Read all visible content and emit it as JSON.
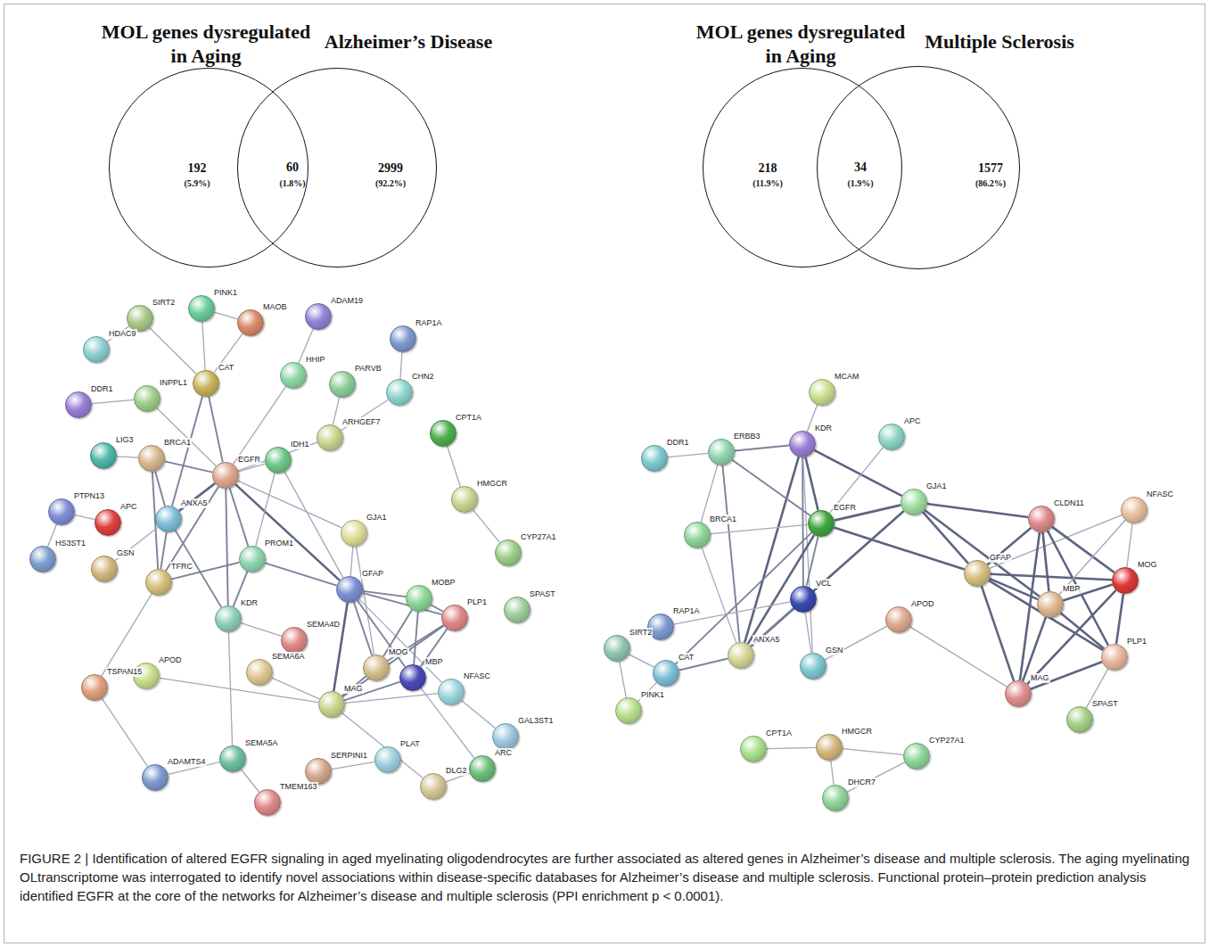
{
  "diagram": {
    "caption": "FIGURE 2 | Identification of altered EGFR signaling in aged myelinating oligodendrocytes are further associated as altered genes in Alzheimer’s disease and multiple sclerosis. The aging myelinating OLtranscriptome was interrogated to identify novel associations within disease-specific databases for Alzheimer’s disease and multiple sclerosis. Functional protein–protein prediction analysis identified EGFR at the core of the networks for Alzheimer’s disease and multiple sclerosis (PPI enrichment p < 0.0001).",
    "nodes": [
      {
        "text": [
          "MOL genes dysregulated in Aging",
          "192",
          "(5.9%)"
        ]
      },
      {
        "text": [
          "Alzheimer’s Disease",
          "2999",
          "(92.2%)"
        ]
      },
      {
        "text": [
          "MOL genes dysregulated in Aging",
          "218",
          "(11.9%)"
        ]
      },
      {
        "text": [
          "Multiple Sclerosis",
          "1577",
          "(86.2%)"
        ]
      },
      {
        "text": [
          "PINK1"
        ]
      },
      {
        "text": [
          "SIRT2"
        ]
      },
      {
        "text": [
          "MAOB"
        ]
      },
      {
        "text": [
          "ADAM19"
        ]
      },
      {
        "text": [
          "RAP1A"
        ]
      },
      {
        "text": [
          "HDAC9"
        ]
      },
      {
        "text": [
          "CAT"
        ]
      },
      {
        "text": [
          "HHIP"
        ]
      },
      {
        "text": [
          "PARVB"
        ]
      },
      {
        "text": [
          "CHN2"
        ]
      },
      {
        "text": [
          "INPPL1"
        ]
      },
      {
        "text": [
          "DDR1"
        ]
      },
      {
        "text": [
          "CPT1A"
        ]
      },
      {
        "text": [
          "ARHGEF7"
        ]
      },
      {
        "text": [
          "LIG3"
        ]
      },
      {
        "text": [
          "BRCA1"
        ]
      },
      {
        "text": [
          "EGFR"
        ]
      },
      {
        "text": [
          "IDH1"
        ]
      },
      {
        "text": [
          "HMGCR"
        ]
      },
      {
        "text": [
          "PTPN13"
        ]
      },
      {
        "text": [
          "APC"
        ]
      },
      {
        "text": [
          "ANXA5"
        ]
      },
      {
        "text": [
          "GJA1"
        ]
      },
      {
        "text": [
          "CYP27A1"
        ]
      },
      {
        "text": [
          "PROM1"
        ]
      },
      {
        "text": [
          "HS3ST1"
        ]
      },
      {
        "text": [
          "GSN"
        ]
      },
      {
        "text": [
          "TFRC"
        ]
      },
      {
        "text": [
          "GFAP"
        ]
      },
      {
        "text": [
          "MOBP"
        ]
      },
      {
        "text": [
          "PLP1"
        ]
      },
      {
        "text": [
          "SPAST"
        ]
      },
      {
        "text": [
          "KDR"
        ]
      },
      {
        "text": [
          "SEMA4D"
        ]
      },
      {
        "text": [
          "SEMA6A"
        ]
      },
      {
        "text": [
          "MOG"
        ]
      },
      {
        "text": [
          "MBP"
        ]
      },
      {
        "text": [
          "NFASC"
        ]
      },
      {
        "text": [
          "APOD"
        ]
      },
      {
        "text": [
          "TSPAN15"
        ]
      },
      {
        "text": [
          "MAG"
        ]
      },
      {
        "text": [
          "GAL3ST1"
        ]
      },
      {
        "text": [
          "SEMA5A"
        ]
      },
      {
        "text": [
          "ARC"
        ]
      },
      {
        "text": [
          "PLAT"
        ]
      },
      {
        "text": [
          "SERPINI1"
        ]
      },
      {
        "text": [
          "DLG2"
        ]
      },
      {
        "text": [
          "ADAMTS4"
        ]
      },
      {
        "text": [
          "TMEM163"
        ]
      },
      {
        "text": [
          "MCAM"
        ]
      },
      {
        "text": [
          "KDR"
        ]
      },
      {
        "text": [
          "APC"
        ]
      },
      {
        "text": [
          "DDR1"
        ]
      },
      {
        "text": [
          "ERBB3"
        ]
      },
      {
        "text": [
          "GJA1"
        ]
      },
      {
        "text": [
          "EGFR"
        ]
      },
      {
        "text": [
          "CLDN11"
        ]
      },
      {
        "text": [
          "NFASC"
        ]
      },
      {
        "text": [
          "BRCA1"
        ]
      },
      {
        "text": [
          "GFAP"
        ]
      },
      {
        "text": [
          "MOG"
        ]
      },
      {
        "text": [
          "MBP"
        ]
      },
      {
        "text": [
          "APOD"
        ]
      },
      {
        "text": [
          "VCL"
        ]
      },
      {
        "text": [
          "RAP1A"
        ]
      },
      {
        "text": [
          "ANXA5"
        ]
      },
      {
        "text": [
          "PLP1"
        ]
      },
      {
        "text": [
          "SIRT2"
        ]
      },
      {
        "text": [
          "CAT"
        ]
      },
      {
        "text": [
          "GSN"
        ]
      },
      {
        "text": [
          "MAG"
        ]
      },
      {
        "text": [
          "PINK1"
        ]
      },
      {
        "text": [
          "SPAST"
        ]
      },
      {
        "text": [
          "CPT1A"
        ]
      },
      {
        "text": [
          "HMGCR"
        ]
      },
      {
        "text": [
          "CYP27A1"
        ]
      },
      {
        "text": [
          "DHCR7"
        ]
      }
    ],
    "edges": [
      {
        "from": 5,
        "to": 10,
        "arrow": "none"
      },
      {
        "from": 5,
        "to": 9,
        "arrow": "none"
      },
      {
        "from": 4,
        "to": 10,
        "arrow": "none"
      },
      {
        "from": 4,
        "to": 6,
        "arrow": "none"
      },
      {
        "from": 6,
        "to": 10,
        "arrow": "none"
      },
      {
        "from": 10,
        "to": 20,
        "arrow": "none"
      },
      {
        "from": 10,
        "to": 25,
        "arrow": "none"
      },
      {
        "from": 14,
        "to": 15,
        "arrow": "none"
      },
      {
        "from": 14,
        "to": 20,
        "arrow": "none"
      },
      {
        "from": 7,
        "to": 11,
        "arrow": "none"
      },
      {
        "from": 11,
        "to": 20,
        "arrow": "none"
      },
      {
        "from": 12,
        "to": 17,
        "arrow": "none"
      },
      {
        "from": 17,
        "to": 13,
        "arrow": "none"
      },
      {
        "from": 13,
        "to": 8,
        "arrow": "none"
      },
      {
        "from": 17,
        "to": 20,
        "arrow": "none"
      },
      {
        "from": 16,
        "to": 22,
        "arrow": "none"
      },
      {
        "from": 22,
        "to": 27,
        "arrow": "none"
      },
      {
        "from": 19,
        "to": 20,
        "arrow": "none"
      },
      {
        "from": 18,
        "to": 19,
        "arrow": "none"
      },
      {
        "from": 19,
        "to": 25,
        "arrow": "none"
      },
      {
        "from": 19,
        "to": 31,
        "arrow": "none"
      },
      {
        "from": 20,
        "to": 21,
        "arrow": "none"
      },
      {
        "from": 20,
        "to": 25,
        "arrow": "none"
      },
      {
        "from": 20,
        "to": 28,
        "arrow": "none"
      },
      {
        "from": 20,
        "to": 36,
        "arrow": "none"
      },
      {
        "from": 20,
        "to": 32,
        "arrow": "none"
      },
      {
        "from": 20,
        "to": 26,
        "arrow": "none"
      },
      {
        "from": 20,
        "to": 31,
        "arrow": "none"
      },
      {
        "from": 21,
        "to": 28,
        "arrow": "none"
      },
      {
        "from": 21,
        "to": 32,
        "arrow": "none"
      },
      {
        "from": 23,
        "to": 24,
        "arrow": "none"
      },
      {
        "from": 23,
        "to": 29,
        "arrow": "none"
      },
      {
        "from": 25,
        "to": 36,
        "arrow": "none"
      },
      {
        "from": 25,
        "to": 30,
        "arrow": "none"
      },
      {
        "from": 25,
        "to": 31,
        "arrow": "none"
      },
      {
        "from": 31,
        "to": 28,
        "arrow": "none"
      },
      {
        "from": 31,
        "to": 43,
        "arrow": "none"
      },
      {
        "from": 28,
        "to": 32,
        "arrow": "none"
      },
      {
        "from": 28,
        "to": 36,
        "arrow": "none"
      },
      {
        "from": 26,
        "to": 32,
        "arrow": "none"
      },
      {
        "from": 26,
        "to": 39,
        "arrow": "none"
      },
      {
        "from": 32,
        "to": 33,
        "arrow": "none"
      },
      {
        "from": 32,
        "to": 34,
        "arrow": "none"
      },
      {
        "from": 32,
        "to": 40,
        "arrow": "none"
      },
      {
        "from": 32,
        "to": 39,
        "arrow": "none"
      },
      {
        "from": 32,
        "to": 44,
        "arrow": "none"
      },
      {
        "from": 32,
        "to": 41,
        "arrow": "none"
      },
      {
        "from": 33,
        "to": 34,
        "arrow": "none"
      },
      {
        "from": 33,
        "to": 40,
        "arrow": "none"
      },
      {
        "from": 33,
        "to": 39,
        "arrow": "none"
      },
      {
        "from": 34,
        "to": 40,
        "arrow": "none"
      },
      {
        "from": 34,
        "to": 39,
        "arrow": "none"
      },
      {
        "from": 34,
        "to": 44,
        "arrow": "none"
      },
      {
        "from": 40,
        "to": 44,
        "arrow": "none"
      },
      {
        "from": 39,
        "to": 44,
        "arrow": "none"
      },
      {
        "from": 44,
        "to": 41,
        "arrow": "none"
      },
      {
        "from": 41,
        "to": 45,
        "arrow": "none"
      },
      {
        "from": 44,
        "to": 50,
        "arrow": "none"
      },
      {
        "from": 50,
        "to": 47,
        "arrow": "none"
      },
      {
        "from": 40,
        "to": 47,
        "arrow": "none"
      },
      {
        "from": 44,
        "to": 42,
        "arrow": "none"
      },
      {
        "from": 36,
        "to": 37,
        "arrow": "none"
      },
      {
        "from": 36,
        "to": 46,
        "arrow": "none"
      },
      {
        "from": 38,
        "to": 44,
        "arrow": "none"
      },
      {
        "from": 46,
        "to": 51,
        "arrow": "none"
      },
      {
        "from": 46,
        "to": 52,
        "arrow": "none"
      },
      {
        "from": 43,
        "to": 51,
        "arrow": "none"
      },
      {
        "from": 49,
        "to": 48,
        "arrow": "none"
      },
      {
        "from": 53,
        "to": 54,
        "arrow": "none"
      },
      {
        "from": 54,
        "to": 57,
        "arrow": "none"
      },
      {
        "from": 54,
        "to": 59,
        "arrow": "none"
      },
      {
        "from": 54,
        "to": 67,
        "arrow": "none"
      },
      {
        "from": 54,
        "to": 69,
        "arrow": "none"
      },
      {
        "from": 54,
        "to": 58,
        "arrow": "none"
      },
      {
        "from": 54,
        "to": 73,
        "arrow": "none"
      },
      {
        "from": 55,
        "to": 59,
        "arrow": "none"
      },
      {
        "from": 56,
        "to": 57,
        "arrow": "none"
      },
      {
        "from": 57,
        "to": 59,
        "arrow": "none"
      },
      {
        "from": 57,
        "to": 62,
        "arrow": "none"
      },
      {
        "from": 57,
        "to": 69,
        "arrow": "none"
      },
      {
        "from": 62,
        "to": 59,
        "arrow": "none"
      },
      {
        "from": 62,
        "to": 69,
        "arrow": "none"
      },
      {
        "from": 59,
        "to": 58,
        "arrow": "none"
      },
      {
        "from": 59,
        "to": 67,
        "arrow": "none"
      },
      {
        "from": 59,
        "to": 69,
        "arrow": "none"
      },
      {
        "from": 59,
        "to": 63,
        "arrow": "none"
      },
      {
        "from": 59,
        "to": 72,
        "arrow": "none"
      },
      {
        "from": 58,
        "to": 63,
        "arrow": "none"
      },
      {
        "from": 58,
        "to": 60,
        "arrow": "none"
      },
      {
        "from": 58,
        "to": 69,
        "arrow": "none"
      },
      {
        "from": 58,
        "to": 65,
        "arrow": "none"
      },
      {
        "from": 67,
        "to": 68,
        "arrow": "none"
      },
      {
        "from": 67,
        "to": 73,
        "arrow": "none"
      },
      {
        "from": 67,
        "to": 69,
        "arrow": "none"
      },
      {
        "from": 73,
        "to": 66,
        "arrow": "none"
      },
      {
        "from": 66,
        "to": 74,
        "arrow": "none"
      },
      {
        "from": 63,
        "to": 60,
        "arrow": "none"
      },
      {
        "from": 63,
        "to": 65,
        "arrow": "none"
      },
      {
        "from": 63,
        "to": 64,
        "arrow": "none"
      },
      {
        "from": 63,
        "to": 70,
        "arrow": "none"
      },
      {
        "from": 63,
        "to": 74,
        "arrow": "none"
      },
      {
        "from": 63,
        "to": 61,
        "arrow": "none"
      },
      {
        "from": 60,
        "to": 65,
        "arrow": "none"
      },
      {
        "from": 60,
        "to": 64,
        "arrow": "none"
      },
      {
        "from": 60,
        "to": 70,
        "arrow": "none"
      },
      {
        "from": 60,
        "to": 74,
        "arrow": "none"
      },
      {
        "from": 61,
        "to": 64,
        "arrow": "none"
      },
      {
        "from": 61,
        "to": 65,
        "arrow": "none"
      },
      {
        "from": 64,
        "to": 65,
        "arrow": "none"
      },
      {
        "from": 64,
        "to": 70,
        "arrow": "none"
      },
      {
        "from": 64,
        "to": 74,
        "arrow": "none"
      },
      {
        "from": 65,
        "to": 70,
        "arrow": "none"
      },
      {
        "from": 65,
        "to": 74,
        "arrow": "none"
      },
      {
        "from": 70,
        "to": 74,
        "arrow": "none"
      },
      {
        "from": 70,
        "to": 76,
        "arrow": "none"
      },
      {
        "from": 71,
        "to": 72,
        "arrow": "none"
      },
      {
        "from": 71,
        "to": 75,
        "arrow": "none"
      },
      {
        "from": 72,
        "to": 75,
        "arrow": "none"
      },
      {
        "from": 72,
        "to": 69,
        "arrow": "none"
      },
      {
        "from": 77,
        "to": 78,
        "arrow": "none"
      },
      {
        "from": 78,
        "to": 79,
        "arrow": "none"
      },
      {
        "from": 78,
        "to": 80,
        "arrow": "none"
      },
      {
        "from": 79,
        "to": 80,
        "arrow": "none"
      }
    ],
    "labels": [
      "60",
      "(1.8%)",
      "34",
      "(1.9%)"
    ]
  }
}
